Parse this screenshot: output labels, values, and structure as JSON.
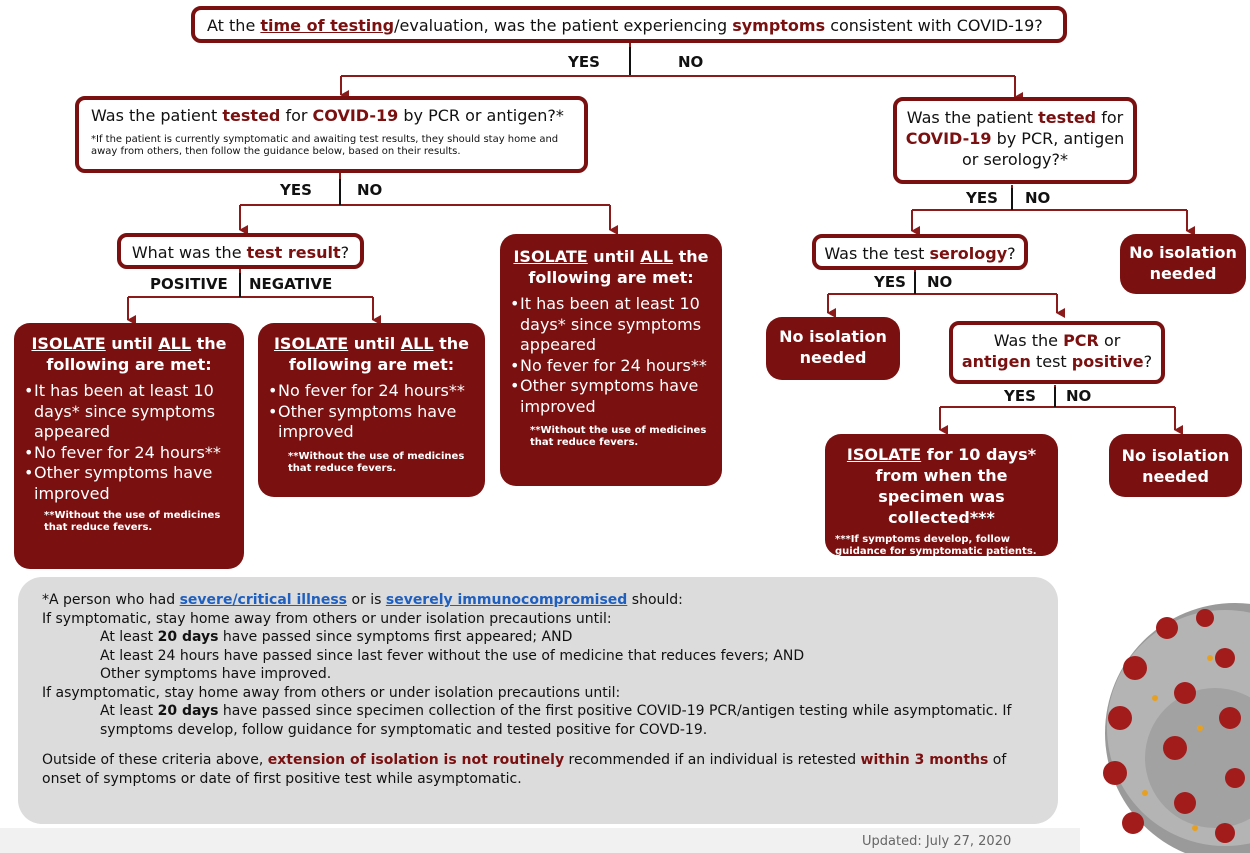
{
  "top_question": {
    "pre": "At the ",
    "hl1": "time of testing",
    "mid1": "/evaluation, was the patient experiencing ",
    "hl2": "symptoms",
    "post": " consistent with COVID-19?"
  },
  "labels": {
    "top_yes": "YES",
    "top_no": "NO",
    "sym_yes": "YES",
    "sym_no": "NO",
    "result_pos": "POSITIVE",
    "result_neg": "NEGATIVE",
    "asym_yes": "YES",
    "asym_no": "NO",
    "serology_yes": "YES",
    "serology_no": "NO",
    "pcr_yes": "YES",
    "pcr_no": "NO"
  },
  "sym_tested": {
    "pre": "Was the patient ",
    "hl1": "tested",
    "mid": " for ",
    "hl2": "COVID-19",
    "post": " by PCR or antigen?*",
    "note": "*If the patient is currently symptomatic and awaiting test results, they should stay home and away from others, then follow the guidance below, based on their results."
  },
  "test_result": {
    "pre": "What was the ",
    "hl": "test result",
    "post": "?"
  },
  "isolate_pos": {
    "h1": "ISOLATE",
    "h2": " until ",
    "h3": "ALL",
    "h4": " the following are met:",
    "bullets": [
      "It has been at least 10 days* since symptoms appeared",
      "No fever for 24 hours**",
      "Other symptoms have improved"
    ],
    "note": "**Without the use of medicines that reduce fevers."
  },
  "isolate_neg": {
    "h1": "ISOLATE",
    "h2": " until ",
    "h3": "ALL",
    "h4": " the following are met:",
    "bullets": [
      "No fever for 24 hours**",
      "Other symptoms have improved"
    ],
    "note": "**Without the use of medicines that reduce fevers."
  },
  "isolate_untested": {
    "h1": "ISOLATE",
    "h2": " until ",
    "h3": "ALL",
    "h4": " the following are met:",
    "bullets": [
      "It has been at least 10 days* since symptoms appeared",
      "No fever for 24 hours**",
      "Other symptoms have improved"
    ],
    "note": "**Without the use of medicines that reduce fevers."
  },
  "asym_tested": {
    "pre": "Was the patient ",
    "hl1": "tested",
    "mid": " for ",
    "hl2": "COVID-19",
    "post": " by PCR, antigen or serology?*"
  },
  "serology_q": {
    "pre": "Was the test ",
    "hl": "serology",
    "post": "?"
  },
  "no_iso_1": "No isolation needed",
  "no_iso_2": "No isolation needed",
  "no_iso_3": "No isolation needed",
  "pcr_q": {
    "pre": "Was the ",
    "hl1": "PCR",
    "mid1": " or ",
    "hl2": "antigen",
    "mid2": " test ",
    "hl3": "positive",
    "post": "?"
  },
  "isolate_10": {
    "h1": "ISOLATE",
    "h2": " for ",
    "h3": "10 days*",
    "h4": " from when the specimen was collected***",
    "note": "***If symptoms develop, follow guidance for symptomatic patients."
  },
  "footer": {
    "l1_pre": "*A person who had ",
    "l1_link1": "severe/critical illness",
    "l1_mid": " or is ",
    "l1_link2": "severely immunocompromised",
    "l1_post": " should:",
    "l2": "If symptomatic, stay home away from others or under isolation precautions until:",
    "l3_pre": "At least ",
    "l3_b": "20 days",
    "l3_post": " have passed since symptoms first appeared; AND",
    "l4": "At least 24 hours have passed since last fever without the use of medicine that reduces fevers; AND",
    "l5": "Other symptoms have improved.",
    "l6": "If asymptomatic, stay home away from others or under isolation precautions until:",
    "l7_pre": "At least ",
    "l7_b": "20 days",
    "l7_post": " have passed since specimen collection of the first positive COVID-19 PCR/antigen testing while asymptomatic. If symptoms develop, follow guidance for symptomatic and tested positive for COVD-19.",
    "l8_pre": "Outside of these criteria above, ",
    "l8_b1": "extension of isolation is not routinely",
    "l8_mid": " recommended if an individual is retested ",
    "l8_b2": "within 3 months",
    "l8_post": " of onset of symptoms or date of first positive test while asymptomatic."
  },
  "updated": "Updated: July 27, 2020",
  "colors": {
    "maroon": "#7a1010",
    "link": "#1f5fbf",
    "panel": "#dcdcdc"
  }
}
